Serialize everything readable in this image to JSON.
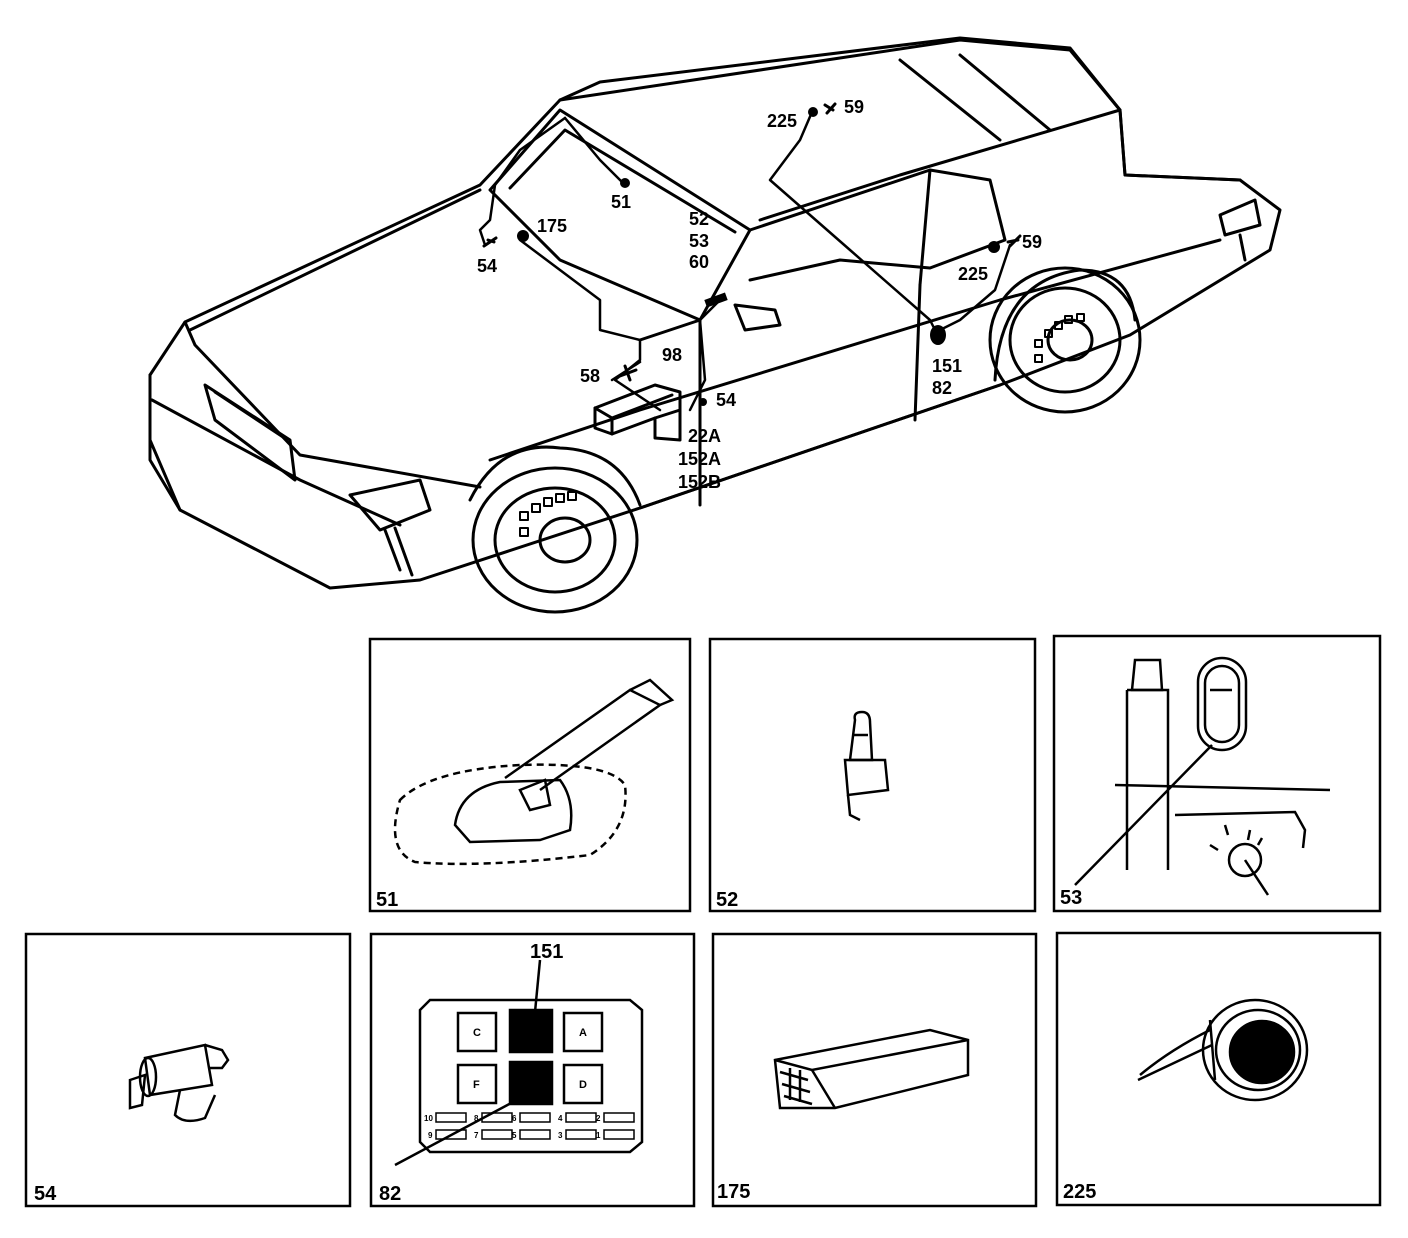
{
  "car": {
    "callouts": {
      "c225_roof": "225",
      "c59_roof": "59",
      "c51_mirror": "51",
      "c175": "175",
      "c54_front": "54",
      "c52": "52",
      "c53": "53",
      "c60": "60",
      "c225_side": "225",
      "c59_side": "59",
      "c98": "98",
      "c58": "58",
      "c54_door": "54",
      "c22a": "22A",
      "c152a": "152A",
      "c152b": "152B",
      "c151": "151",
      "c82": "82"
    }
  },
  "panels": {
    "p51": "51",
    "p52": "52",
    "p53": "53",
    "p54": "54",
    "p82": "82",
    "p82_top": "151",
    "p175": "175",
    "p225": "225"
  },
  "fusebox": {
    "relays_top": [
      "C",
      "",
      "A"
    ],
    "relays_bottom": [
      "F",
      "",
      "D"
    ],
    "fuse_numbers_row1": [
      "10",
      "8",
      "6",
      "4",
      "2"
    ],
    "fuse_numbers_row2": [
      "9",
      "7",
      "5",
      "3",
      "1"
    ]
  }
}
